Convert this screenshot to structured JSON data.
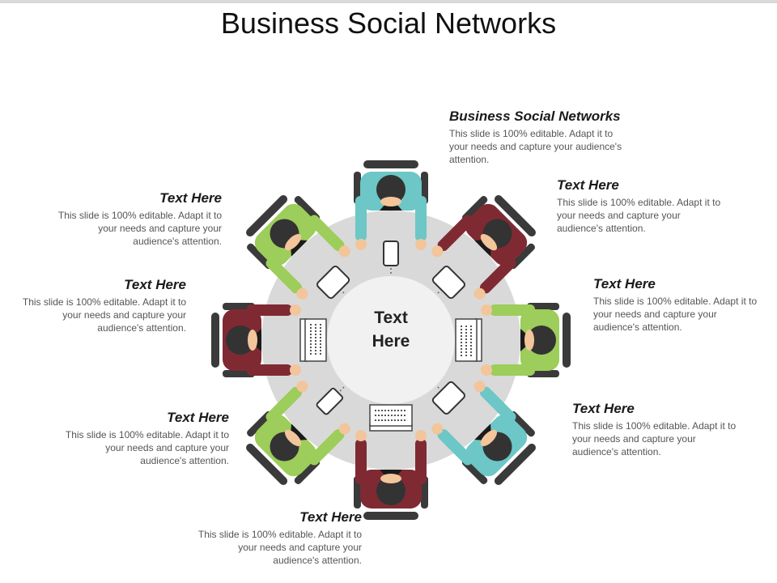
{
  "title": "Business Social Networks",
  "center_label_line1": "Text",
  "center_label_line2": "Here",
  "blocks": [
    {
      "heading": "Business Social Networks",
      "body": "This slide is 100% editable. Adapt it to your needs and capture your audience's attention."
    },
    {
      "heading": "Text Here",
      "body": "This slide is 100% editable. Adapt it to your needs and capture your audience's attention."
    },
    {
      "heading": "Text Here",
      "body": "This slide is 100% editable. Adapt it to your needs and capture your audience's attention."
    },
    {
      "heading": "Text Here",
      "body": "This slide is 100% editable. Adapt it to your needs and capture your audience's attention."
    },
    {
      "heading": "Text Here",
      "body": "This slide is 100% editable. Adapt it to your needs and capture your audience's attention."
    },
    {
      "heading": "Text Here",
      "body": "This slide is 100% editable. Adapt it to your needs and capture your audience's attention."
    },
    {
      "heading": "Text Here",
      "body": "This slide is 100% editable. Adapt it to your needs and capture your audience's attention."
    },
    {
      "heading": "Text Here",
      "body": "This slide is 100% editable. Adapt it to your needs and capture your audience's attention."
    }
  ],
  "colors": {
    "table": "#d9d9d9",
    "center_disc": "#f1f1f1",
    "teal": "#6cc7c6",
    "maroon": "#7f2a33",
    "green": "#9dcd5a",
    "chair": "#3a3a3a",
    "hair": "#333333",
    "skin": "#f3c59a"
  },
  "people": [
    {
      "angle": 270,
      "shirt": "teal",
      "device": "phone"
    },
    {
      "angle": 315,
      "shirt": "maroon",
      "device": "tablet"
    },
    {
      "angle": 0,
      "shirt": "green",
      "device": "laptop"
    },
    {
      "angle": 45,
      "shirt": "teal",
      "device": "tablet"
    },
    {
      "angle": 90,
      "shirt": "maroon",
      "device": "laptop"
    },
    {
      "angle": 135,
      "shirt": "green",
      "device": "phone"
    },
    {
      "angle": 180,
      "shirt": "maroon",
      "device": "laptop"
    },
    {
      "angle": 225,
      "shirt": "green",
      "device": "tablet"
    }
  ]
}
